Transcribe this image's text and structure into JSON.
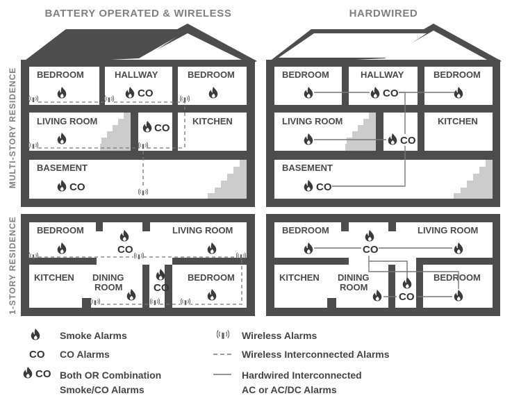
{
  "headings": {
    "left": "BATTERY OPERATED & WIRELESS",
    "right": "HARDWIRED"
  },
  "side_labels": {
    "multi": "MULTI-STORY RESIDENCE",
    "single": "1-STORY RESIDENCE"
  },
  "rooms": {
    "bedroom": "BEDROOM",
    "hallway": "HALLWAY",
    "living_room": "LIVING ROOM",
    "kitchen": "KITCHEN",
    "basement": "BASEMENT",
    "dining": "DINING",
    "room": "ROOM"
  },
  "co_text": "CO",
  "legend": {
    "smoke": "Smoke Alarms",
    "co": "CO Alarms",
    "both_line1": "Both OR Combination",
    "both_line2": "Smoke/CO Alarms",
    "wireless": "Wireless Alarms",
    "wireless_inter": "Wireless Interconnected Alarms",
    "hardwired_line1": "Hardwired Interconnected",
    "hardwired_line2": "AC or AC/DC Alarms"
  },
  "colors": {
    "wall": "#4d4d4d",
    "stairs": "#cccccc",
    "text": "#4a4a4a",
    "heading": "#7f7f7f"
  },
  "icons": [
    "flame-icon",
    "wireless-icon"
  ]
}
